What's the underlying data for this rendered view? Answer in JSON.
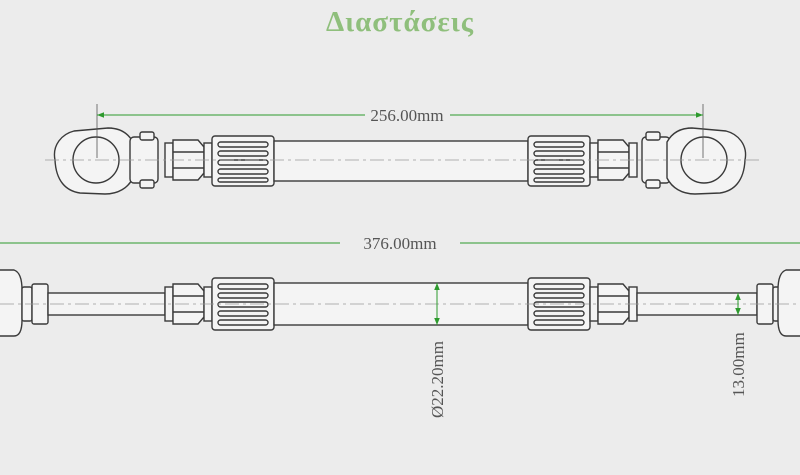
{
  "title": "Διαστάσεις",
  "dimensions": {
    "top_length": "256.00mm",
    "total_length": "376.00mm",
    "tube_diameter": "Ø22.20mm",
    "rod_diameter": "13.00mm"
  },
  "colors": {
    "background": "#ececec",
    "title": "#8fbf7c",
    "outline": "#3a3a3a",
    "dimension_line": "#2d9a2d",
    "dimension_text": "#555555"
  }
}
